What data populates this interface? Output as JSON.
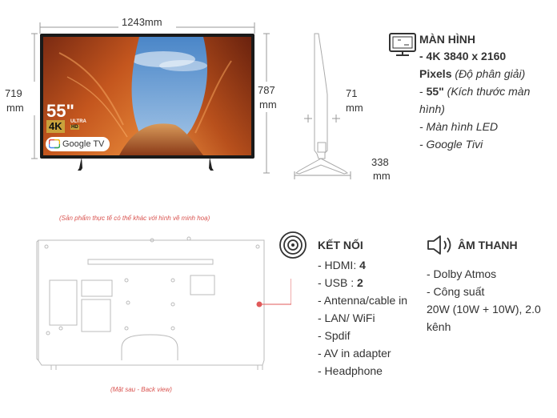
{
  "dimensions": {
    "width": "1243mm",
    "height_screen_num": "719",
    "height_screen_unit": "mm",
    "height_total_num": "787",
    "height_total_unit": "mm",
    "depth_num": "71",
    "depth_unit": "mm",
    "stand_depth_num": "338",
    "stand_depth_unit": "mm"
  },
  "tv_badges": {
    "size": "55\"",
    "resolution": "4K",
    "ultra": "ULTRA",
    "hd": "HD",
    "platform": "Google TV"
  },
  "display": {
    "title": "MÀN HÌNH",
    "line1": "- 4K 3840 x 2160",
    "line2_bold": "Pixels",
    "line2_italic": " (Độ phân giải)",
    "line3_prefix": "- ",
    "line3_bold": "55\"",
    "line3_italic": " (Kích thước màn",
    "line4_italic": "hình)",
    "line5": "- Màn hình LED",
    "line6": "- Google Tivi"
  },
  "notes": {
    "disclaimer": "(Sản phẩm thực tế có thể khác với hình vẽ minh hoạ)",
    "back_view": "(Mặt sau - Back view)"
  },
  "connectivity": {
    "title": "KẾT NỐI",
    "hdmi_label": "- HDMI: ",
    "hdmi_value": "4",
    "usb_label": "- USB : ",
    "usb_value": "2",
    "items": [
      "- Antenna/cable in",
      "- LAN/ WiFi",
      "- Spdif",
      "- AV in adapter",
      "- Headphone"
    ]
  },
  "audio": {
    "title": "ÂM THANH",
    "line1": "- Dolby Atmos",
    "line2": "- Công suất",
    "line3": "20W (10W + 10W), 2.0",
    "line4": "kênh"
  },
  "colors": {
    "accent_red": "#e05a5a",
    "text": "#333333",
    "line_gray": "#bbbbbb",
    "gold": "#c9a13b"
  },
  "icons": {
    "display": "monitor-icon",
    "connectivity": "wireless-signal-icon",
    "audio": "speaker-icon"
  }
}
